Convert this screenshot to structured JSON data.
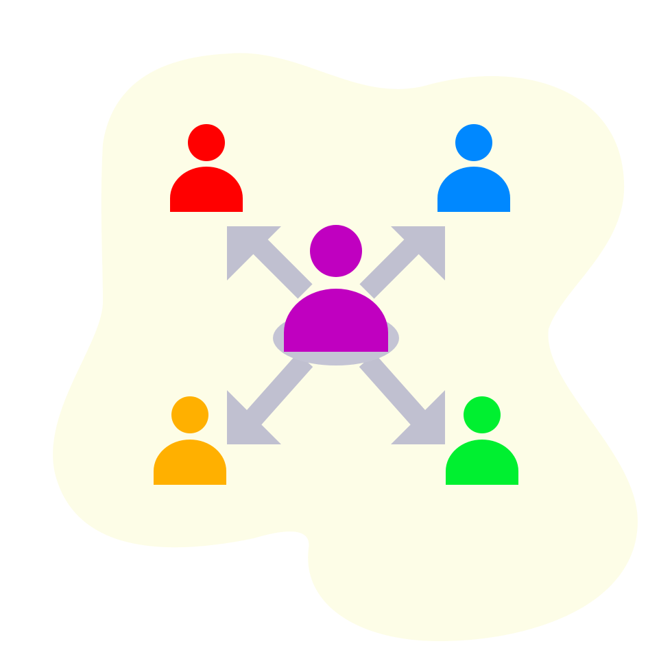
{
  "colors": {
    "background": "#ffffff",
    "blob": "#fdfde7",
    "arrows": "#c0c0d0",
    "halo": "#c4c4d4"
  },
  "center_person": {
    "icon": "user-icon",
    "color": "#c000c0"
  },
  "people": [
    {
      "id": "top-left",
      "icon": "user-icon",
      "color": "#ff0000"
    },
    {
      "id": "top-right",
      "icon": "user-icon",
      "color": "#0088ff"
    },
    {
      "id": "bottom-left",
      "icon": "user-icon",
      "color": "#ffb000"
    },
    {
      "id": "bottom-right",
      "icon": "user-icon",
      "color": "#00f030"
    }
  ],
  "arrows": [
    {
      "id": "to-top-left",
      "icon": "arrow-icon"
    },
    {
      "id": "to-top-right",
      "icon": "arrow-icon"
    },
    {
      "id": "to-bottom-left",
      "icon": "arrow-icon"
    },
    {
      "id": "to-bottom-right",
      "icon": "arrow-icon"
    }
  ]
}
